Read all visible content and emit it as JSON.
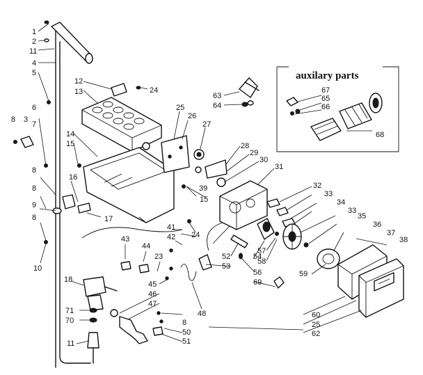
{
  "auxiliary_box": {
    "title": "auxilary parts"
  },
  "callouts": {
    "c1": "1",
    "c2": "2",
    "c11a": "11",
    "c4": "4",
    "c5": "5",
    "c6": "6",
    "c7": "7",
    "c8a": "8",
    "c3": "3",
    "c8b": "8",
    "c8c": "8",
    "c9": "9",
    "c8d": "8",
    "c10": "10",
    "c12": "12",
    "c13": "13",
    "c24a": "24",
    "c14": "14",
    "c15a": "15",
    "c16": "16",
    "c17": "17",
    "c25a": "25",
    "c26": "26",
    "c27": "27",
    "c63": "63",
    "c64": "64",
    "c28": "28",
    "c29": "29",
    "c30": "30",
    "c31": "31",
    "c39": "39",
    "c15b": "15",
    "c24b": "24",
    "c41": "41",
    "c42": "42",
    "c43": "43",
    "c44": "44",
    "c23": "23",
    "c45": "45",
    "c46": "46",
    "c47": "47",
    "c48": "48",
    "c18": "18",
    "c71": "71",
    "c70": "70",
    "c11b": "11",
    "c8e": "8",
    "c50": "50",
    "c51": "51",
    "c52": "52",
    "c53": "53",
    "c54": "54",
    "c57": "57",
    "c58": "58",
    "c56": "56",
    "c69": "69",
    "c32": "32",
    "c33a": "33",
    "c34": "34",
    "c33b": "33",
    "c35": "35",
    "c36": "36",
    "c37": "37",
    "c38": "38",
    "c59": "59",
    "c60": "60",
    "c25b": "25",
    "c62": "62",
    "c67": "67",
    "c65": "65",
    "c66": "66",
    "c68": "68"
  }
}
